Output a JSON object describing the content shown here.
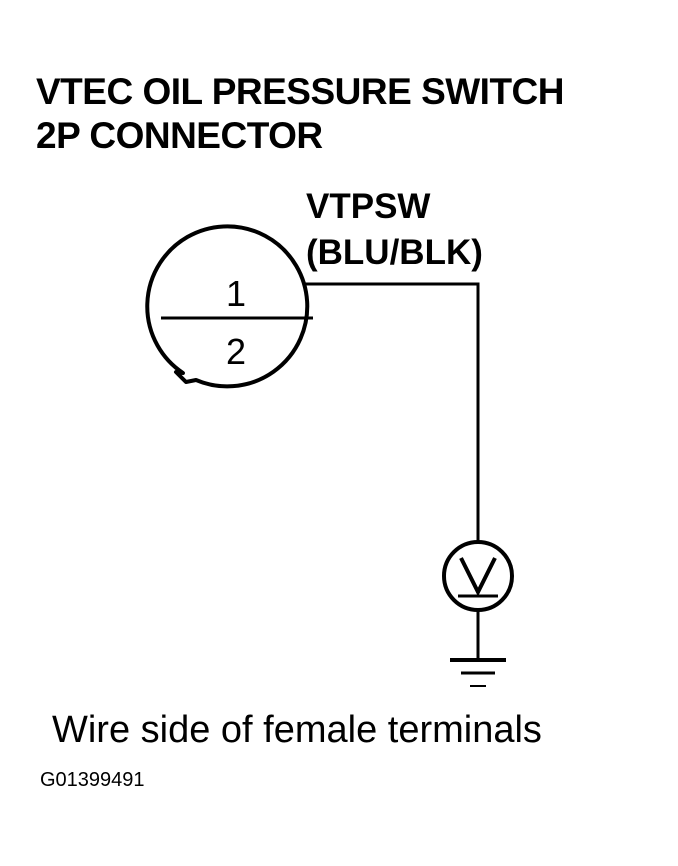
{
  "title": {
    "line1": "VTEC OIL PRESSURE SWITCH",
    "line2": "2P CONNECTOR"
  },
  "wire": {
    "name": "VTPSW",
    "color_code": "(BLU/BLK)"
  },
  "connector": {
    "terminal_1": "1",
    "terminal_2": "2"
  },
  "meter": {
    "symbol": "V"
  },
  "caption": "Wire side of female terminals",
  "figure_code": "G01399491",
  "colors": {
    "ink": "#000000",
    "background": "#ffffff"
  }
}
